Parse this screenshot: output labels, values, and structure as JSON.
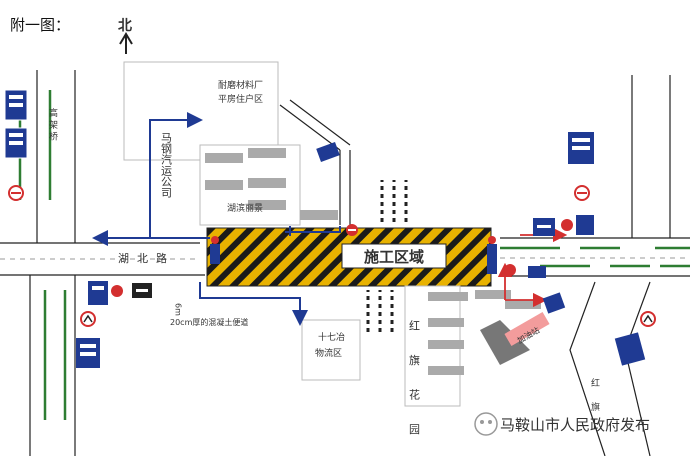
{
  "title": "附一图：",
  "north": "北",
  "roads": {
    "hubei_road": "湖北路",
    "gaoli_bridge": "高 架 桥",
    "hongqi_road": "红 旗"
  },
  "places": {
    "factory": [
      "耐磨材料厂",
      "平房住户区"
    ],
    "bus_company": "马钢汽运公司",
    "hubin": "湖滨丽景",
    "logistics": [
      "十七冶",
      "物流区"
    ],
    "hongqi_garden": "红 旗 花 园",
    "gas_station": "加油站"
  },
  "construction_zone": "施工区域",
  "notes": {
    "temp_road": "20cm厚的混凝土便道",
    "width": "6m"
  },
  "watermark": "马鞍山市人民政府发布",
  "colors": {
    "route_arrow": "#1f3a93",
    "road_line": "#2e7d32",
    "zone_yellow": "#e8b200",
    "zone_label": "#c0392b"
  }
}
